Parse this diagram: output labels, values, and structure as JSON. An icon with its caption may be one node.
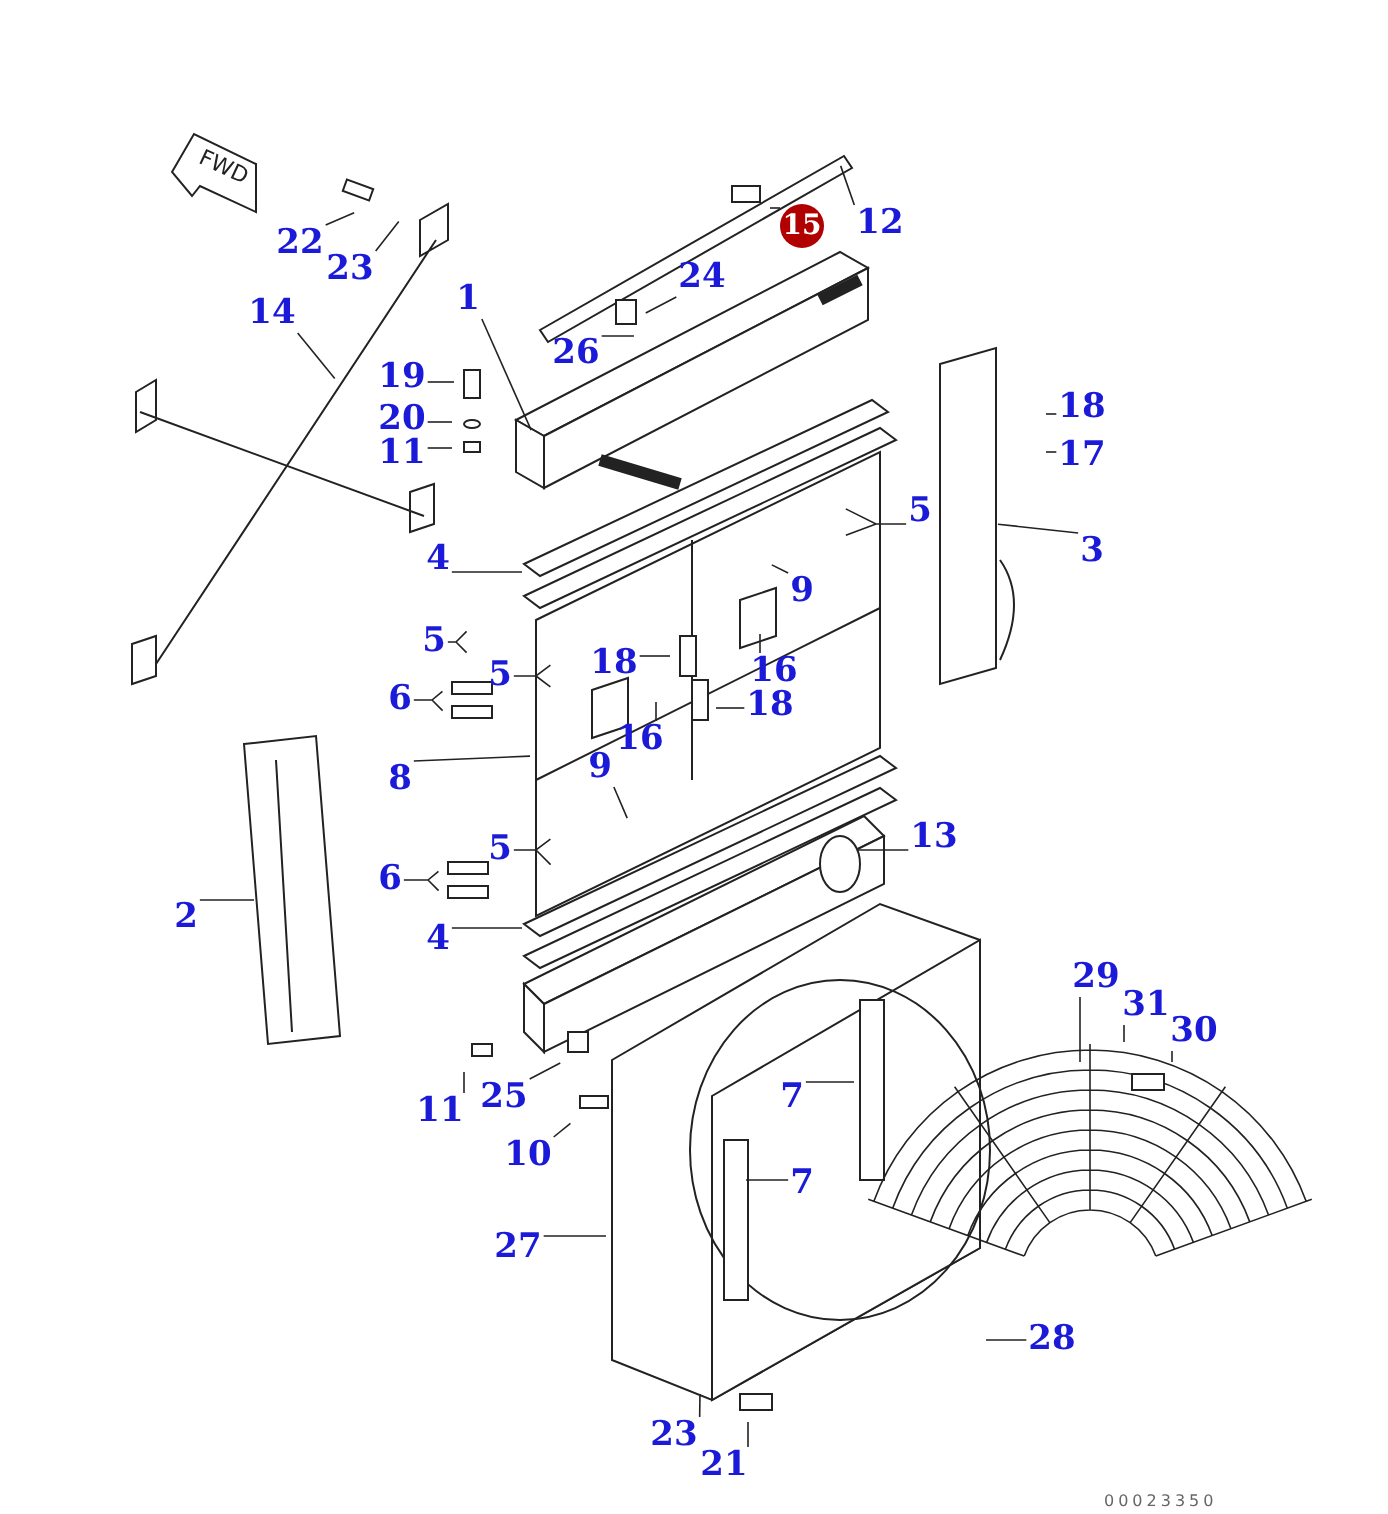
{
  "diagram": {
    "nodes": [
      {
        "text": [
          "22"
        ]
      },
      {
        "text": [
          "23"
        ]
      },
      {
        "text": [
          "14"
        ]
      },
      {
        "text": [
          "1"
        ]
      },
      {
        "text": [
          "12"
        ]
      },
      {
        "text": [
          "15"
        ]
      },
      {
        "text": [
          "24"
        ]
      },
      {
        "text": [
          "26"
        ]
      },
      {
        "text": [
          "19"
        ]
      },
      {
        "text": [
          "20"
        ]
      },
      {
        "text": [
          "11"
        ]
      },
      {
        "text": [
          "18"
        ]
      },
      {
        "text": [
          "17"
        ]
      },
      {
        "text": [
          "3"
        ]
      },
      {
        "text": [
          "5"
        ]
      },
      {
        "text": [
          "4"
        ]
      },
      {
        "text": [
          "9"
        ]
      },
      {
        "text": [
          "5"
        ]
      },
      {
        "text": [
          "18"
        ]
      },
      {
        "text": [
          "5"
        ]
      },
      {
        "text": [
          "16"
        ]
      },
      {
        "text": [
          "6"
        ]
      },
      {
        "text": [
          "18"
        ]
      },
      {
        "text": [
          "16"
        ]
      },
      {
        "text": [
          "9"
        ]
      },
      {
        "text": [
          "8"
        ]
      },
      {
        "text": [
          "5"
        ]
      },
      {
        "text": [
          "13"
        ]
      },
      {
        "text": [
          "6"
        ]
      },
      {
        "text": [
          "4"
        ]
      },
      {
        "text": [
          "2"
        ]
      },
      {
        "text": [
          "29"
        ]
      },
      {
        "text": [
          "31"
        ]
      },
      {
        "text": [
          "30"
        ]
      },
      {
        "text": [
          "11"
        ]
      },
      {
        "text": [
          "25"
        ]
      },
      {
        "text": [
          "7"
        ]
      },
      {
        "text": [
          "10"
        ]
      },
      {
        "text": [
          "7"
        ]
      },
      {
        "text": [
          "27"
        ]
      },
      {
        "text": [
          "28"
        ]
      },
      {
        "text": [
          "23"
        ]
      },
      {
        "text": [
          "21"
        ]
      }
    ],
    "edges": [
      {
        "from": 0,
        "to": null,
        "arrow": "none"
      },
      {
        "from": 1,
        "to": null,
        "arrow": "none"
      },
      {
        "from": 2,
        "to": null,
        "arrow": "none"
      },
      {
        "from": 3,
        "to": null,
        "arrow": "none"
      },
      {
        "from": 4,
        "to": null,
        "arrow": "none"
      },
      {
        "from": 5,
        "to": null,
        "arrow": "none"
      },
      {
        "from": 6,
        "to": null,
        "arrow": "none"
      },
      {
        "from": 7,
        "to": null,
        "arrow": "none"
      },
      {
        "from": 8,
        "to": null,
        "arrow": "none"
      },
      {
        "from": 9,
        "to": null,
        "arrow": "none"
      },
      {
        "from": 10,
        "to": null,
        "arrow": "none"
      },
      {
        "from": 11,
        "to": null,
        "arrow": "none"
      },
      {
        "from": 12,
        "to": null,
        "arrow": "none"
      },
      {
        "from": 13,
        "to": null,
        "arrow": "none"
      },
      {
        "from": 14,
        "to": null,
        "arrow": "none"
      },
      {
        "from": 15,
        "to": null,
        "arrow": "none"
      },
      {
        "from": 16,
        "to": null,
        "arrow": "none"
      },
      {
        "from": 17,
        "to": null,
        "arrow": "none"
      },
      {
        "from": 18,
        "to": null,
        "arrow": "none"
      },
      {
        "from": 19,
        "to": null,
        "arrow": "none"
      },
      {
        "from": 20,
        "to": null,
        "arrow": "none"
      },
      {
        "from": 21,
        "to": null,
        "arrow": "none"
      },
      {
        "from": 22,
        "to": null,
        "arrow": "none"
      },
      {
        "from": 23,
        "to": null,
        "arrow": "none"
      },
      {
        "from": 24,
        "to": null,
        "arrow": "none"
      },
      {
        "from": 25,
        "to": null,
        "arrow": "none"
      },
      {
        "from": 26,
        "to": null,
        "arrow": "none"
      },
      {
        "from": 27,
        "to": null,
        "arrow": "none"
      },
      {
        "from": 28,
        "to": null,
        "arrow": "none"
      },
      {
        "from": 29,
        "to": null,
        "arrow": "none"
      },
      {
        "from": 30,
        "to": null,
        "arrow": "none"
      },
      {
        "from": 31,
        "to": null,
        "arrow": "none"
      },
      {
        "from": 32,
        "to": null,
        "arrow": "none"
      },
      {
        "from": 33,
        "to": null,
        "arrow": "none"
      },
      {
        "from": 34,
        "to": null,
        "arrow": "none"
      },
      {
        "from": 35,
        "to": null,
        "arrow": "none"
      },
      {
        "from": 36,
        "to": null,
        "arrow": "none"
      },
      {
        "from": 37,
        "to": null,
        "arrow": "none"
      },
      {
        "from": 38,
        "to": null,
        "arrow": "none"
      },
      {
        "from": 39,
        "to": null,
        "arrow": "none"
      },
      {
        "from": 40,
        "to": null,
        "arrow": "none"
      },
      {
        "from": 41,
        "to": null,
        "arrow": "none"
      },
      {
        "from": 42,
        "to": null,
        "arrow": "none"
      }
    ],
    "labels": [
      "FWD",
      "00023350"
    ]
  }
}
